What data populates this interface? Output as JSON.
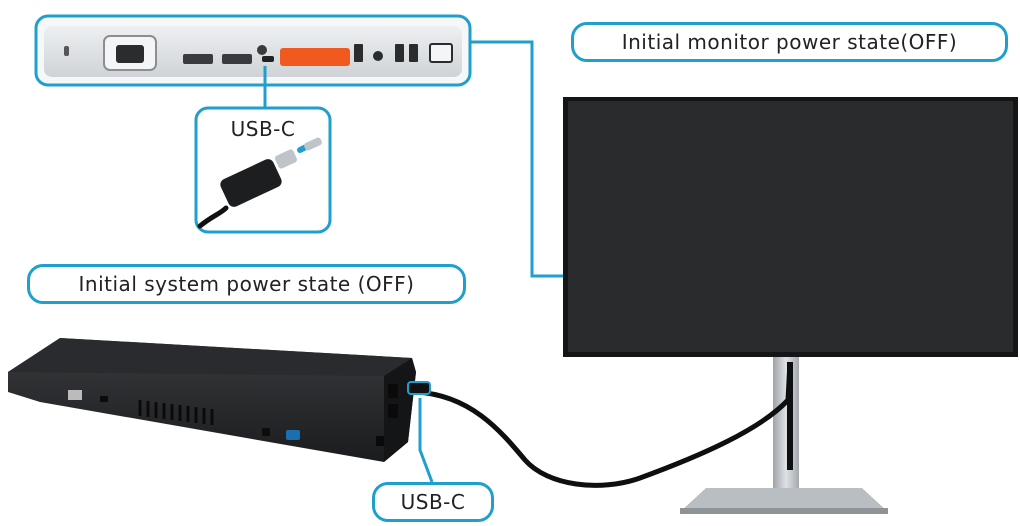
{
  "labels": {
    "monitor_state": "Initial monitor power state(OFF)",
    "system_state": "Initial system power state (OFF)",
    "usbc_top": "USB-C",
    "usbc_bottom": "USB-C"
  },
  "colors": {
    "callout": "#1fa0cc",
    "usb_port_highlight": "#f05a1e",
    "monitor_body": "#151617",
    "monitor_screen": "#2a2b2d",
    "stand": "#b7bcc0",
    "port_panel": "#dfe2e5"
  }
}
